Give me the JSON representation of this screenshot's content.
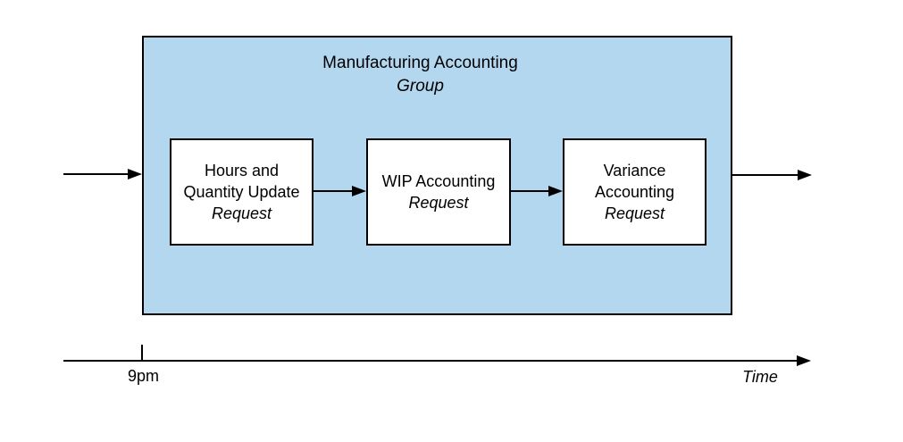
{
  "diagram": {
    "group": {
      "title": "Manufacturing Accounting",
      "subtitle": "Group",
      "fill_color": "#b4d7f0",
      "stroke_color": "#000000"
    },
    "nodes": [
      {
        "name_lines": [
          "Hours and",
          "Quantity Update"
        ],
        "type_label": "Request"
      },
      {
        "name_lines": [
          "WIP Accounting"
        ],
        "type_label": "Request"
      },
      {
        "name_lines": [
          "Variance",
          "Accounting"
        ],
        "type_label": "Request"
      }
    ],
    "timeline": {
      "tick_label": "9pm",
      "axis_label": "Time"
    }
  }
}
